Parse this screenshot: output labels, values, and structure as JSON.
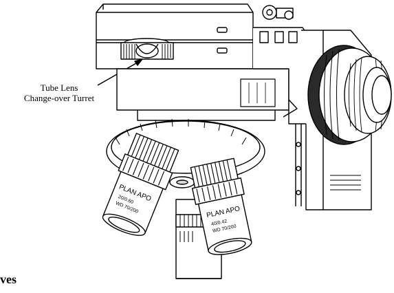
{
  "callout": {
    "line1": "Tube Lens",
    "line2": "Change-over Turret"
  },
  "section_heading": "ves",
  "objective_left": {
    "brand": "PLAN APO",
    "spec_line1": "20/0.60",
    "spec_line2": "WD 70/200"
  },
  "objective_right": {
    "brand": "PLAN APO",
    "spec_line1": "40/0.42",
    "spec_line2": "WD 70/200"
  },
  "colors": {
    "ink": "#000000",
    "paper": "#ffffff",
    "shade": "#d9d9d9"
  }
}
